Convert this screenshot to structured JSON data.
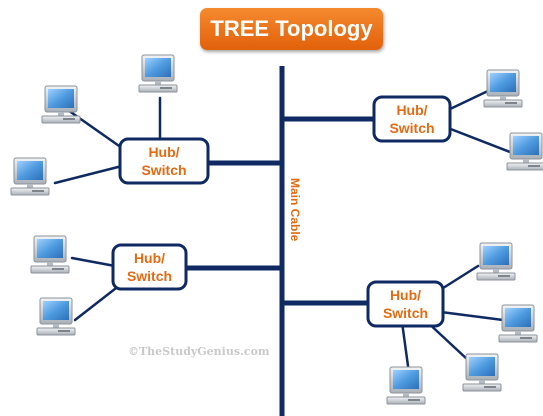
{
  "title": "TREE Topology",
  "main_cable_label": "Main Cable",
  "hub_label_line1": "Hub/",
  "hub_label_line2": "Switch",
  "watermark": "©TheStudyGenius.com",
  "hubs": [
    {
      "id": "hub-top-left",
      "computers": 3
    },
    {
      "id": "hub-bottom-left",
      "computers": 2
    },
    {
      "id": "hub-top-right",
      "computers": 2
    },
    {
      "id": "hub-bottom-right",
      "computers": 4
    }
  ],
  "colors": {
    "title_bg": "#ee7519",
    "cable": "#0f2a63",
    "hub_border": "#0f2a63",
    "hub_text": "#e66a12",
    "computer_screen": "#4f9be0",
    "computer_case": "#c8cdd3"
  },
  "icons": [
    "computer-icon"
  ]
}
